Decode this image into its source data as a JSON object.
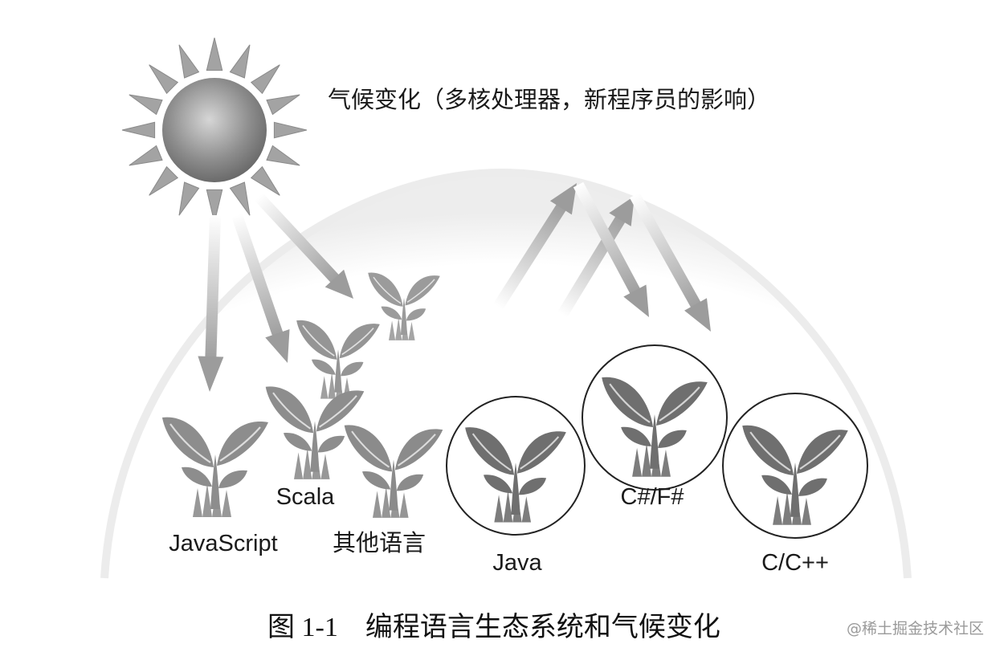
{
  "diagram": {
    "climate_label": "气候变化（多核处理器，新程序员的影响）",
    "languages": {
      "javascript": "JavaScript",
      "scala": "Scala",
      "other": "其他语言",
      "java": "Java",
      "csharp_fsharp": "C#/F#",
      "c_cpp": "C/C++"
    }
  },
  "caption": "图 1-1　编程语言生态系统和气候变化",
  "watermark": "@稀土掘金技术社区",
  "colors": {
    "background": "#ffffff",
    "sun": "#8f8f8f",
    "ray": "#a8a8a8",
    "plant_outside": "#8d8d8d",
    "plant_inside": "#6f6f6f",
    "circle_border": "#222222"
  }
}
